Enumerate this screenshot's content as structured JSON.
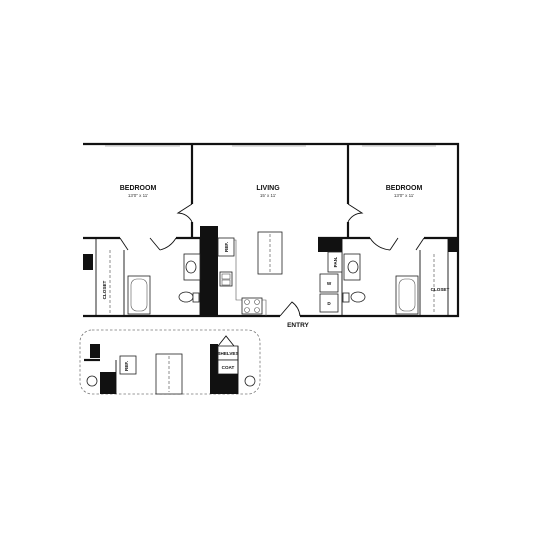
{
  "rooms": {
    "bedroom_left": {
      "label": "BEDROOM",
      "dims": "13'0\" x 11'"
    },
    "living": {
      "label": "LIVING",
      "dims": "15' x 11'"
    },
    "bedroom_right": {
      "label": "BEDROOM",
      "dims": "13'0\" x 11'"
    }
  },
  "labels": {
    "closet_left": "CLOSET",
    "closet_right": "CLOSET",
    "ref_main": "REF.",
    "pan": "PAN.",
    "washer": "W",
    "dryer": "D",
    "entry": "ENTRY",
    "ref_alt": "REF.",
    "shelves": "SHELVES",
    "coat": "COAT"
  }
}
